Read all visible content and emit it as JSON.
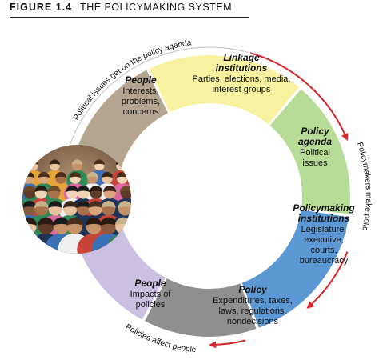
{
  "figure": {
    "number": "FIGURE 1.4",
    "title": "THE POLICYMAKING SYSTEM"
  },
  "segments": [
    {
      "id": "people-input",
      "title": "People",
      "body": [
        "Interests,",
        "problems,",
        "concerns"
      ],
      "color": "#b3a58f"
    },
    {
      "id": "linkage",
      "title": [
        "Linkage",
        "institutions"
      ],
      "body": [
        "Parties, elections, media,",
        "interest groups"
      ],
      "color": "#f6f29f"
    },
    {
      "id": "agenda",
      "title": [
        "Policy",
        "agenda"
      ],
      "body": [
        "Political",
        "issues"
      ],
      "color": "#b6dc98"
    },
    {
      "id": "policymaking",
      "title": [
        "Policymaking",
        "institutions"
      ],
      "body": [
        "Legislature,",
        "executive,",
        "courts,",
        "bureaucracy"
      ],
      "color": "#5c98d4"
    },
    {
      "id": "policy",
      "title": "Policy",
      "body": [
        "Expenditures, taxes,",
        "laws, regulations,",
        "nondecisions"
      ],
      "color": "#8f8f8f"
    },
    {
      "id": "people-impact",
      "title": "People",
      "body": [
        "Impacts of",
        "policies"
      ],
      "color": "#cbc0e2"
    }
  ],
  "arc_labels": {
    "top": "Political issues get on the policy agenda",
    "right": "Policymakers make policy",
    "bottom": "Policies affect people"
  },
  "colors": {
    "arrow": "#d8232a",
    "arc_line": "#c9c9c9"
  }
}
